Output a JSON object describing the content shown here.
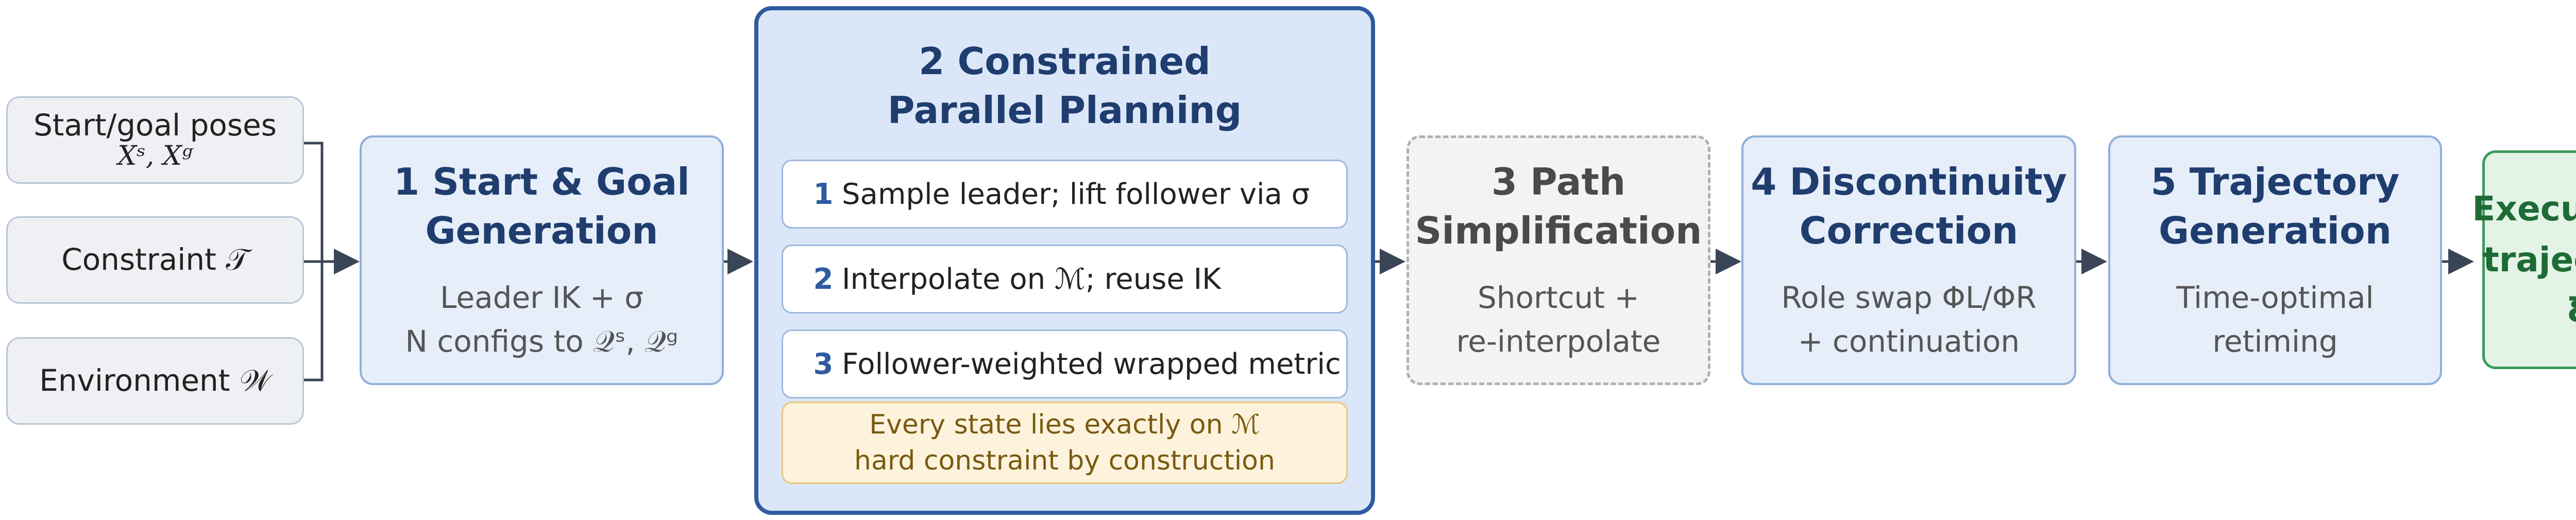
{
  "inputs": [
    {
      "label": "Start/goal poses",
      "sub": "Xˢ, Xᵍ"
    },
    {
      "label": "Constraint 𝒯"
    },
    {
      "label": "Environment 𝒲"
    }
  ],
  "stage1": {
    "title_line1": "1  Start & Goal",
    "title_line2": "Generation",
    "body_line1": "Leader IK + σ",
    "body_line2": "N configs to 𝒬ˢ, 𝒬ᵍ"
  },
  "stage2": {
    "title_line1": "2  Constrained",
    "title_line2": "Parallel Planning",
    "steps": [
      {
        "num": "1",
        "text": "Sample leader; lift follower via σ"
      },
      {
        "num": "2",
        "text": "Interpolate on ℳ; reuse IK"
      },
      {
        "num": "3",
        "text": "Follower-weighted wrapped metric"
      }
    ],
    "note_line1": "Every state lies exactly on ℳ",
    "note_line2": "hard constraint by construction"
  },
  "stage3": {
    "title_line1": "3  Path",
    "title_line2": "Simplification",
    "body_line1": "Shortcut +",
    "body_line2": "re-interpolate"
  },
  "stage4": {
    "title_line1": "4  Discontinuity",
    "title_line2": "Correction",
    "body_line1": "Role swap ΦL/ΦR",
    "body_line2": "+ continuation"
  },
  "stage5": {
    "title_line1": "5  Trajectory",
    "title_line2": "Generation",
    "body_line1": "Time-optimal retiming"
  },
  "output": {
    "line1": "Executable",
    "line2": "trajectory ξ"
  },
  "colors": {
    "stage_fill": "#e6eefa",
    "stage_border": "#8fb0d8",
    "title_blue": "#1f3d6e",
    "accent_blue": "#2f5b9f",
    "output_green": "#1e6b36",
    "note_fill": "#fdf3dc"
  }
}
